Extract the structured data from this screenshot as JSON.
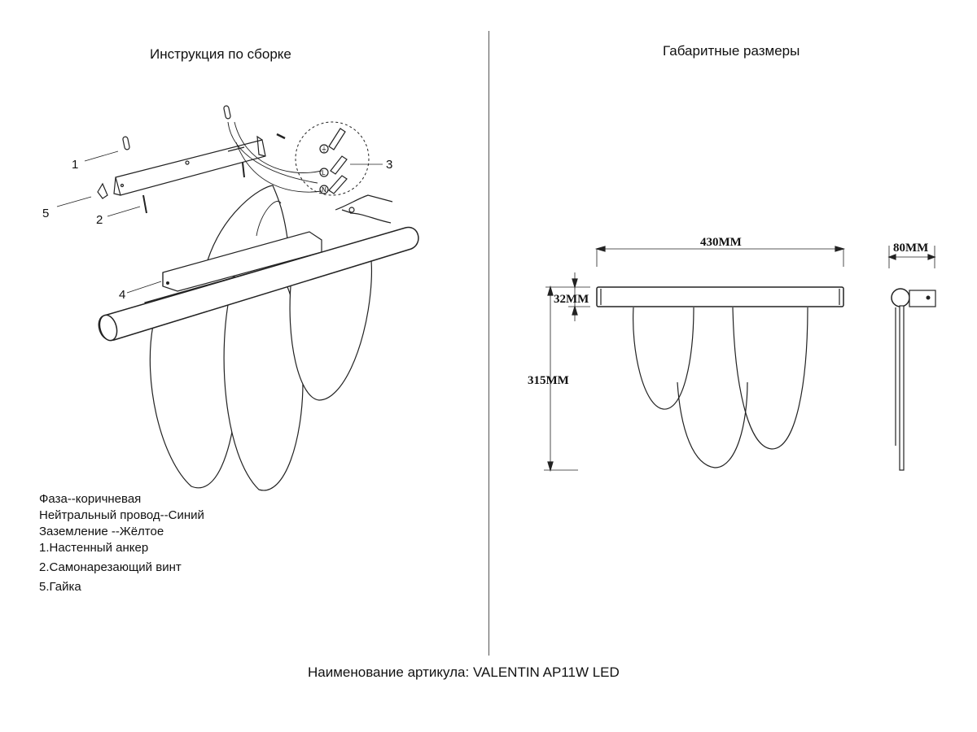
{
  "left_title": "Инструкция по сборке",
  "right_title": "Габаритные размеры",
  "footer": "Наименование артикула: VALENTIN AP11W LED",
  "notes": [
    "Фаза--коричневая",
    "Нейтральный провод--Синий",
    "Заземление --Жёлтое",
    "1.Настенный анкер",
    "2.Самонарезающий винт",
    "5.Гайка"
  ],
  "callouts": {
    "c1": "1",
    "c2": "2",
    "c3": "3",
    "c4": "4",
    "c5": "5"
  },
  "wire_symbols": {
    "ground": "⏚",
    "live": "L",
    "neutral": "N"
  },
  "dimensions": {
    "width": "430MM",
    "depth": "80MM",
    "bar_height": "32MM",
    "total_height": "315MM"
  }
}
